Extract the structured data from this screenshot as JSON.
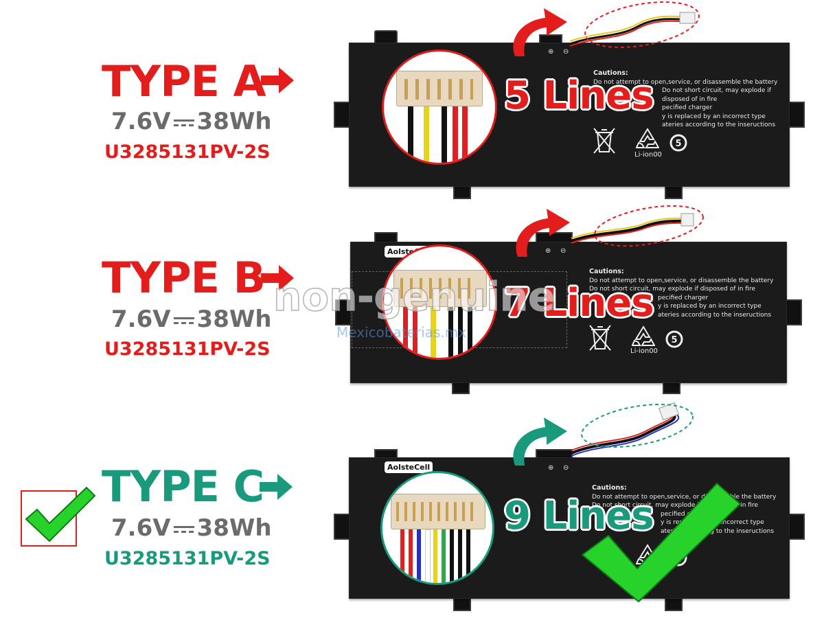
{
  "types": [
    {
      "title": "TYPE A",
      "spec_v": "7.6V",
      "spec_wh": "38Wh",
      "model": "U3285131PV-2S",
      "lines": "5 Lines",
      "color": "#e31c1c"
    },
    {
      "title": "TYPE B",
      "spec_v": "7.6V",
      "spec_wh": "38Wh",
      "model": "U3285131PV-2S",
      "lines": "7 Lines",
      "color": "#e31c1c"
    },
    {
      "title": "TYPE C",
      "spec_v": "7.6V",
      "spec_wh": "38Wh",
      "model": "U3285131PV-2S",
      "lines": "9 Lines",
      "color": "#1a9a7c"
    }
  ],
  "battery_text": {
    "cautions_title": "Cautions:",
    "caution_1": "Do not attempt to open,service, or disassemble the battery",
    "caution_2": "Do not short circuit, may explode if disposed of in fire",
    "caution_3": "pecified charger",
    "caution_4": "y is replaced by an incorrect type",
    "caution_5": "ateries according to the inseructions",
    "li_ion": "Li-ion00",
    "recycle_num": "5",
    "brand": "AolsteCell",
    "plus": "⊕",
    "minus": "⊖"
  },
  "watermark": {
    "text": "non-genuine",
    "site": "Mexicobaterias.mx"
  },
  "icons": [
    "arrow-right-icon",
    "curved-arrow-icon",
    "checkmark-icon",
    "recycle-icon",
    "crossed-bin-icon"
  ]
}
